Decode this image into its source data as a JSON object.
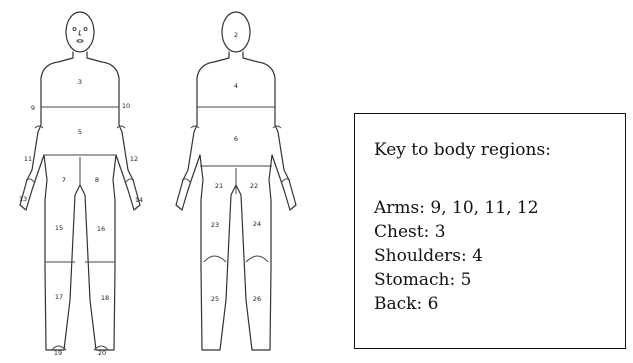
{
  "colors": {
    "background": "#ffffff",
    "outline": "#333333",
    "box_border": "#111111"
  },
  "front_view": {
    "region_labels": [
      "3",
      "5",
      "7",
      "8",
      "9",
      "10",
      "11",
      "12",
      "13",
      "14",
      "15",
      "16",
      "17",
      "18",
      "19",
      "20"
    ]
  },
  "back_view": {
    "region_labels": [
      "2",
      "4",
      "6",
      "21",
      "22",
      "23",
      "24",
      "25",
      "26"
    ]
  },
  "key": {
    "title": "Key to body regions:",
    "entries": [
      "Arms: 9, 10, 11, 12",
      "Chest: 3",
      "Shoulders: 4",
      "Stomach: 5",
      "Back: 6"
    ]
  }
}
